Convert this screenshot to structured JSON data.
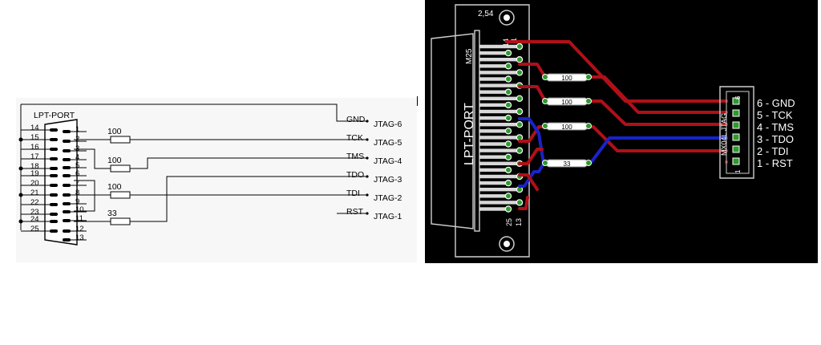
{
  "schematic": {
    "port_label": "LPT-PORT",
    "pins_left": [
      "14",
      "15",
      "16",
      "17",
      "18",
      "19",
      "20",
      "21",
      "22",
      "23",
      "24",
      "25"
    ],
    "pins_right": [
      "1",
      "2",
      "3",
      "4",
      "5",
      "6",
      "7",
      "8",
      "9",
      "10",
      "11",
      "12",
      "13"
    ],
    "resistors": [
      {
        "value": "100",
        "net": "TCK"
      },
      {
        "value": "100",
        "net": "TMS"
      },
      {
        "value": "100",
        "net": "TDI"
      },
      {
        "value": "33",
        "net": "TDO"
      }
    ],
    "nets": [
      {
        "name": "GND",
        "terminal": "JTAG-6"
      },
      {
        "name": "TCK",
        "terminal": "JTAG-5"
      },
      {
        "name": "TMS",
        "terminal": "JTAG-4"
      },
      {
        "name": "TDO",
        "terminal": "JTAG-3"
      },
      {
        "name": "TDI",
        "terminal": "JTAG-2"
      },
      {
        "name": "RST",
        "terminal": "JTAG-1"
      }
    ]
  },
  "pcb": {
    "hole_label": "2,54",
    "port_label": "LPT-PORT",
    "screw_label": "M25",
    "pin_label_top": "14",
    "pin_label_top2": "1",
    "pin_label_bottom": "25",
    "pin_label_bottom2": "13",
    "connector_label": "MX04L JTAG",
    "conn_pin_first": "1",
    "conn_pin_last": "6",
    "resistors": [
      "100",
      "100",
      "100",
      "33"
    ],
    "pinout": [
      "6 - GND",
      "5 - TCK",
      "4 - TMS",
      "3 - TDO",
      "2 - TDI",
      "1 - RST"
    ],
    "colors": {
      "board": "#000000",
      "trace_red": "#b01018",
      "trace_blue": "#1a22c8",
      "pad_green": "#2e9a2e",
      "silk": "#ffffff"
    }
  }
}
